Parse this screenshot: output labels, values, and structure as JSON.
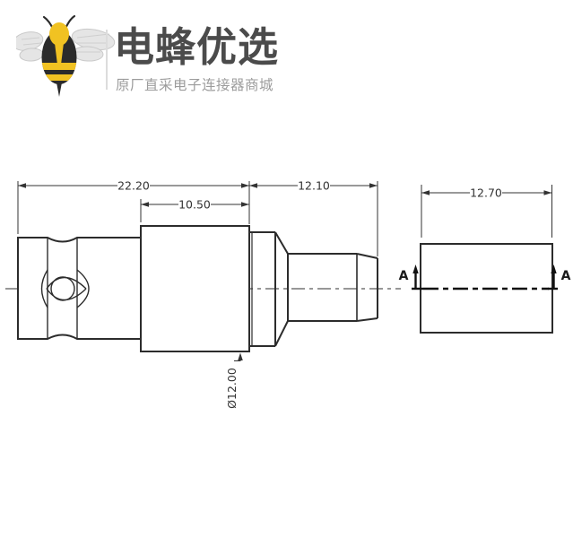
{
  "logo": {
    "title": "电蜂优选",
    "subtitle": "原厂直采电子连接器商城"
  },
  "drawing": {
    "dimensions": {
      "overall_length": "22.20",
      "body_length": "10.50",
      "barrel_length": "12.10",
      "ferrule_length": "12.70",
      "body_diameter": "Ø12.00"
    },
    "section": {
      "label_left": "A",
      "label_right": "A"
    },
    "colors": {
      "outline": "#2c2c2c",
      "dim_line": "#333333",
      "section_line": "#111111"
    }
  },
  "brand_colors": {
    "bee_yellow": "#f1c222",
    "bee_dark": "#2b2b2b",
    "title_gray": "#4b4b4b",
    "subtitle_gray": "#9c9c9c"
  }
}
